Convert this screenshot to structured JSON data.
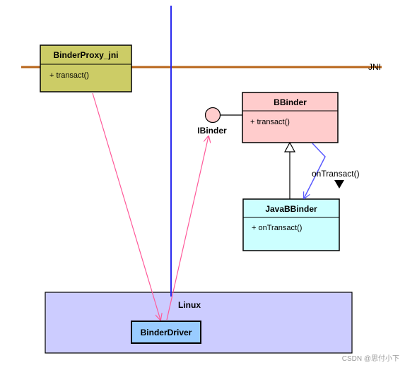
{
  "colors": {
    "jni_line": "#b8651a",
    "vertical_line": "#2a2aee",
    "pink_arrow": "#ff5a9a",
    "blue_arrow": "#5a5aff",
    "binder_proxy_fill": "#cccc66",
    "bbinder_fill": "#ffcccc",
    "javabbinder_fill": "#ccffff",
    "linux_fill": "#ccccff",
    "binderdriver_fill": "#99ccff",
    "ibinder_fill": "#ffcccc"
  },
  "jni_label": "JNI",
  "classes": {
    "binder_proxy_jni": {
      "name": "BinderProxy_jni",
      "members": [
        "+ transact()"
      ]
    },
    "bbinder": {
      "name": "BBinder",
      "members": [
        "+ transact()"
      ]
    },
    "javabbinder": {
      "name": "JavaBBinder",
      "members": [
        "+ onTransact()"
      ]
    }
  },
  "ibinder_label": "IBinder",
  "on_transact_label": "onTransact()",
  "linux_label": "Linux",
  "binder_driver_label": "BinderDriver",
  "watermark": "CSDN @思付小下"
}
